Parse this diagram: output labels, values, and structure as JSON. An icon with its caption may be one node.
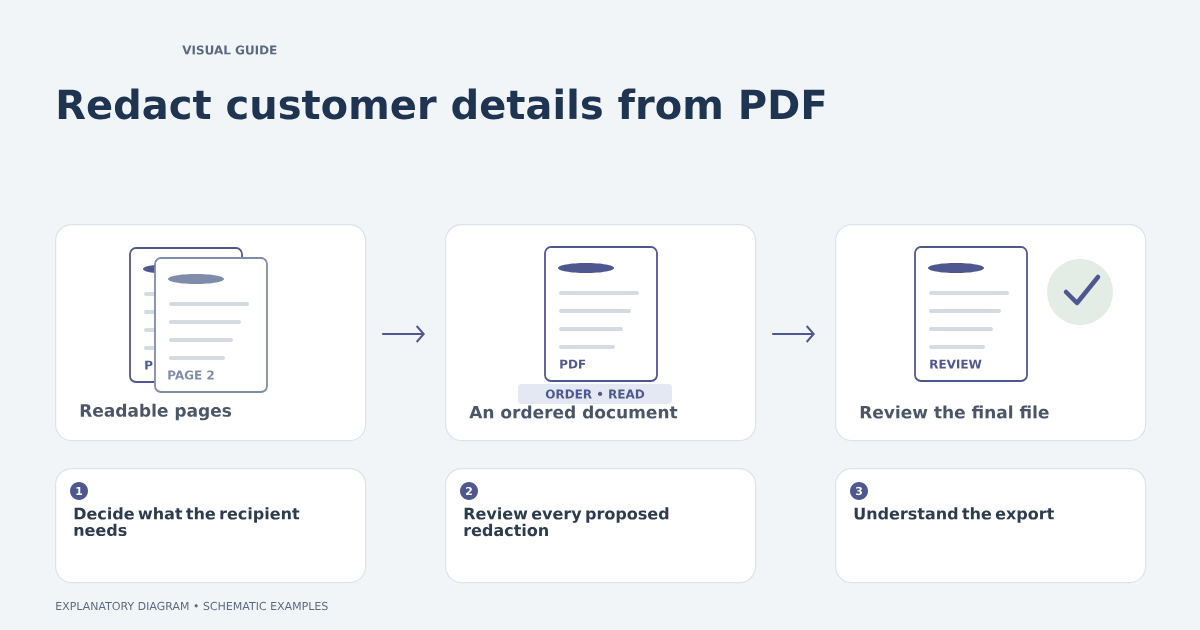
{
  "diagram": {
    "title": "Redact customer details from PDF",
    "nodes": [
      {
        "text": [
          "P",
          "PAGE 2",
          "Readable pages"
        ]
      },
      {
        "text": [
          "PDF",
          "ORDER • READ",
          "An ordered document"
        ]
      },
      {
        "text": [
          "REVIEW",
          "Review the final file"
        ]
      },
      {
        "text": [
          "1",
          "Decide what the recipient needs"
        ]
      },
      {
        "text": [
          "2",
          "Review every proposed redaction"
        ]
      },
      {
        "text": [
          "3",
          "Understand the export"
        ]
      }
    ],
    "edges": [
      {
        "from": 0,
        "to": 1,
        "arrow": "to"
      },
      {
        "from": 1,
        "to": 2,
        "arrow": "to"
      }
    ],
    "labels": [
      "VISUAL GUIDE",
      "EXPLANATORY DIAGRAM • SCHEMATIC EXAMPLES"
    ]
  }
}
